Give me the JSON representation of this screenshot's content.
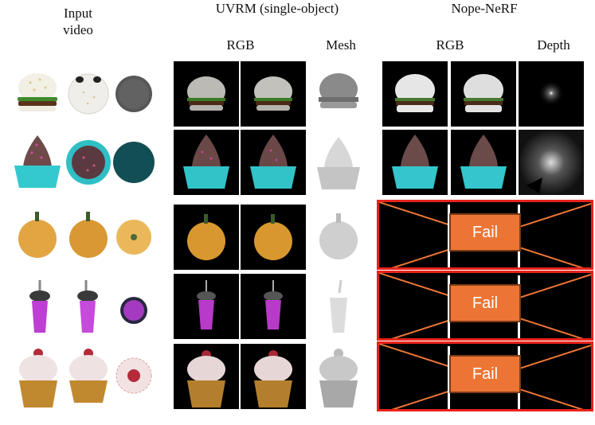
{
  "headers": {
    "input": "Input\nvideo",
    "uvrm": "UVRM (single-object)",
    "nope": "Nope-NeRF",
    "rgb1": "RGB",
    "mesh": "Mesh",
    "rgb2": "RGB",
    "depth": "Depth"
  },
  "fail_label": "Fail",
  "objects": [
    {
      "name": "burger"
    },
    {
      "name": "cupcake-teal"
    },
    {
      "name": "pumpkin"
    },
    {
      "name": "drink"
    },
    {
      "name": "cupcake-cherry"
    }
  ],
  "colors": {
    "fail_fill": "#ec7535",
    "fail_border": "#e8231b",
    "cross_line": "#ec7535"
  }
}
